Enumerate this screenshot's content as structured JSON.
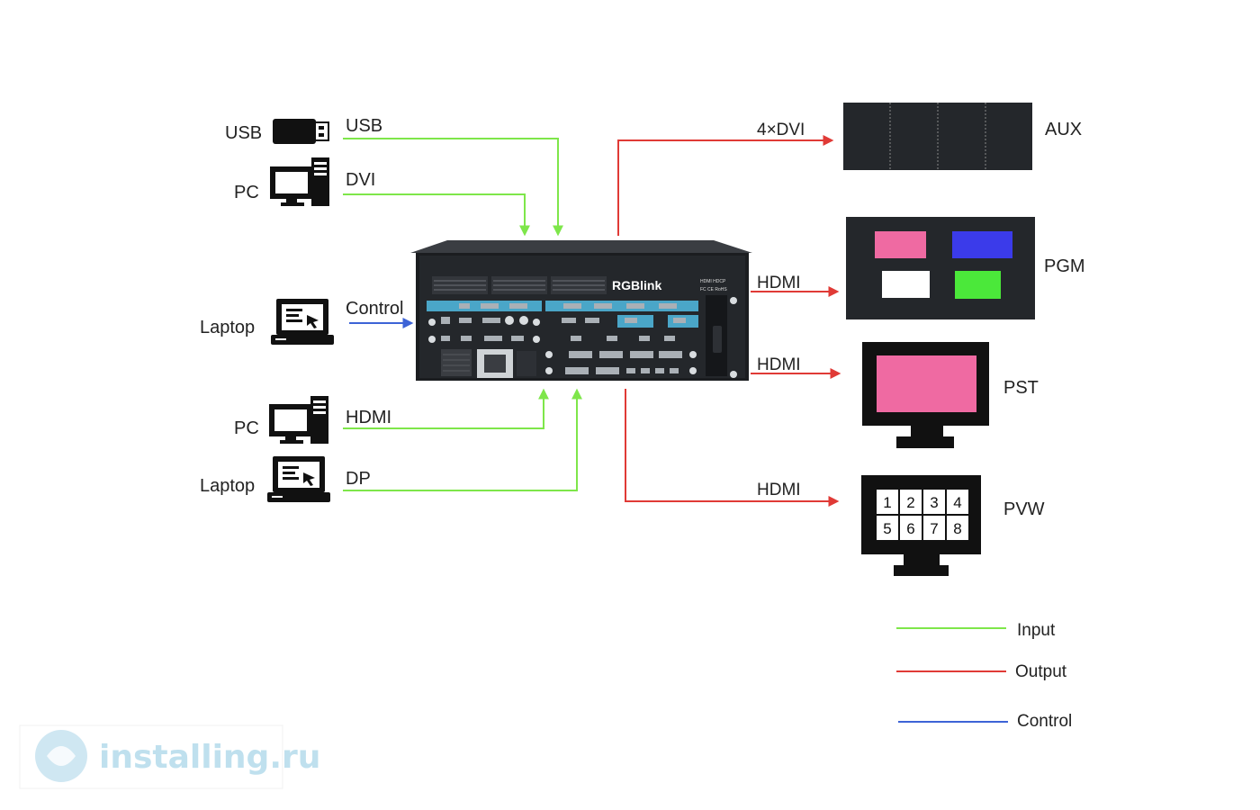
{
  "sources": {
    "usb": {
      "device": "USB",
      "signal": "USB"
    },
    "pc_dvi": {
      "device": "PC",
      "signal": "DVI"
    },
    "laptop_control": {
      "device": "Laptop",
      "signal": "Control"
    },
    "pc_hdmi": {
      "device": "PC",
      "signal": "HDMI"
    },
    "laptop_dp": {
      "device": "Laptop",
      "signal": "DP"
    }
  },
  "processor": {
    "brand": "RGBlink",
    "badge": "HDMI HDCP",
    "marks": "FC CE RoHS"
  },
  "outputs": {
    "aux": {
      "signal": "4×DVI",
      "name": "AUX"
    },
    "pgm": {
      "signal": "HDMI",
      "name": "PGM"
    },
    "pst": {
      "signal": "HDMI",
      "name": "PST"
    },
    "pvw": {
      "signal": "HDMI",
      "name": "PVW",
      "cells": [
        "1",
        "2",
        "3",
        "4",
        "5",
        "6",
        "7",
        "8"
      ]
    }
  },
  "legend": {
    "input": "Input",
    "output": "Output",
    "control": "Control"
  },
  "watermark": "installing.ru",
  "colors": {
    "input": "#7ee64a",
    "output": "#e03a36",
    "control": "#3d63d6",
    "pgm_pink": "#ef6aa2",
    "pgm_blue": "#3b3bea",
    "pgm_white": "#ffffff",
    "pgm_green": "#4be83a",
    "pst_pink": "#ef6aa2"
  }
}
